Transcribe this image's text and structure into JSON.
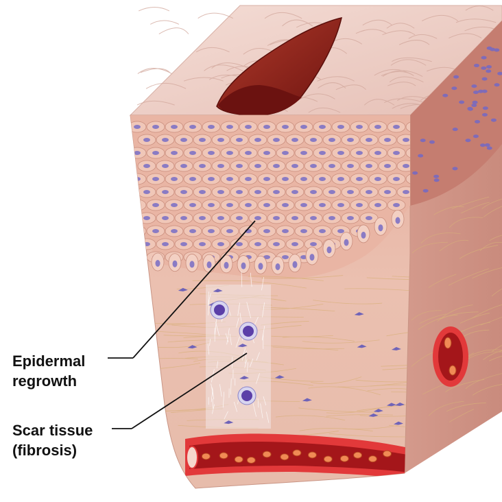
{
  "labels": {
    "epidermal": {
      "line1": "Epidermal",
      "line2": "regrowth"
    },
    "scar": {
      "line1": "Scar tissue",
      "line2": "(fibrosis)"
    }
  },
  "colors": {
    "skin_surface": "#eac8bf",
    "epidermis": "#e7b6a6",
    "dermis": "#ecc3b3",
    "side_face": "#d9a597",
    "wound": "#8e1e16",
    "vessel_wall": "#e2393a",
    "vessel_lumen": "#a4161a",
    "nucleus": "#8a7bc4",
    "immune_cell": "#5b3fa8",
    "leader_line": "#111111"
  },
  "icons": [
    "skin-cross-section-illustration",
    "wound-icon",
    "blood-vessel-icon",
    "immune-cell-icon",
    "red-blood-cell-icon"
  ]
}
